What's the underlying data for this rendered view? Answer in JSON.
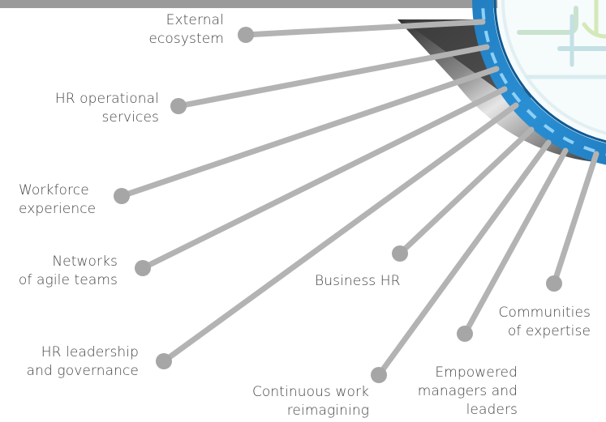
{
  "colors": {
    "connector": "#b3b3b3",
    "dot": "#a6a6a6",
    "label_text": "#444444",
    "ring_blue": "#1e7fc3",
    "ring_light_blue": "#4ab3e8",
    "ring_dash": "#9fd4f2",
    "bezel_dark": "#3a3a3a",
    "bezel_light": "#d9d9d9",
    "top_rule": "#999999",
    "map_green": "#cfe6b0",
    "map_teal": "#c3e0e4"
  },
  "labels": {
    "external_ecosystem": [
      "External",
      "ecosystem"
    ],
    "hr_operational_services": [
      "HR operational",
      "services"
    ],
    "workforce_experience": [
      "Workforce",
      "experience"
    ],
    "networks_of_agile_teams": [
      "Networks",
      "of agile teams"
    ],
    "hr_leadership_and_governance": [
      "HR leadership",
      "and governance"
    ],
    "business_hr": [
      "Business HR"
    ],
    "continuous_work_reimagining": [
      "Continuous work",
      "reimagining"
    ],
    "empowered_managers_and_leaders": [
      "Empowered",
      "managers and",
      "leaders"
    ],
    "communities_of_expertise": [
      "Communities",
      "of expertise"
    ]
  }
}
